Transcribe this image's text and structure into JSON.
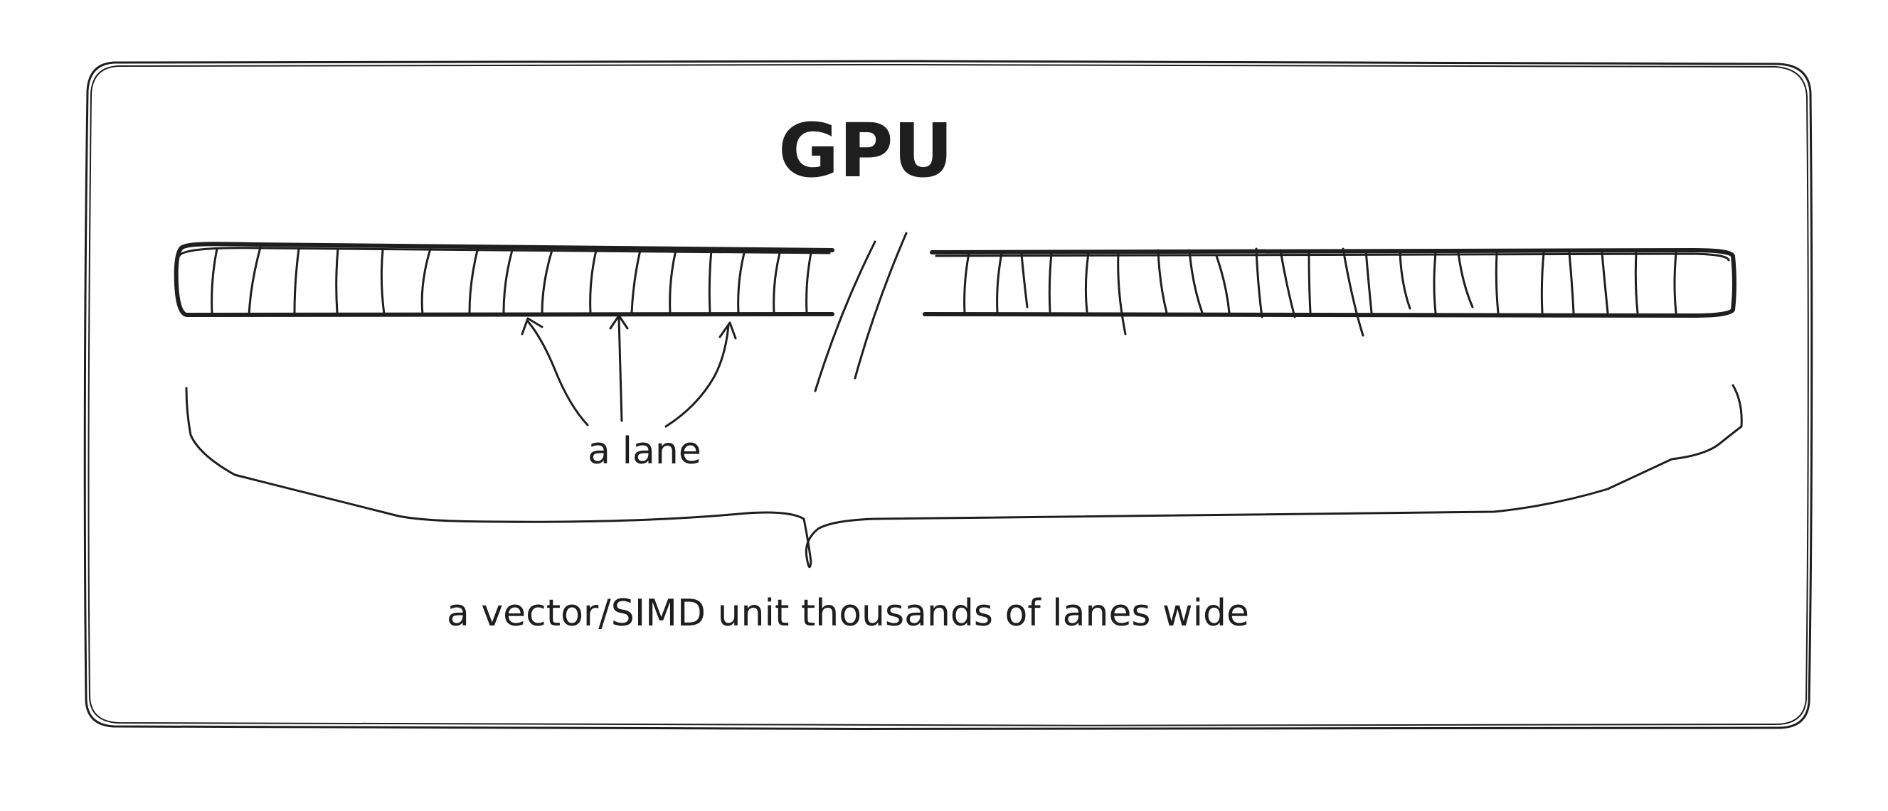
{
  "diagram": {
    "title": "GPU",
    "lane_label": "a lane",
    "unit_label": "a vector/SIMD unit thousands of lanes wide",
    "ink_color": "#1e1e1e",
    "background_color": "#ffffff"
  }
}
